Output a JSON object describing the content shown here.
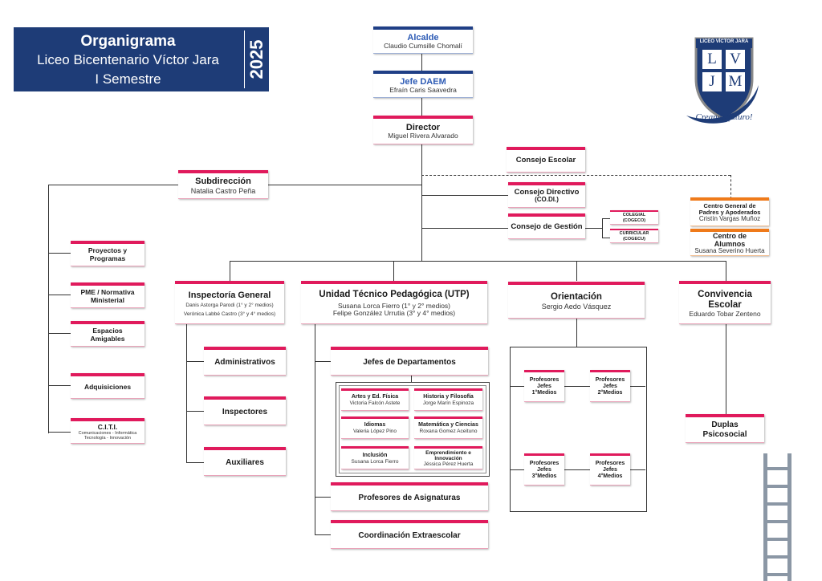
{
  "header": {
    "title": "Organigrama",
    "school": "Liceo Bicentenario Víctor Jara",
    "semester": "I Semestre",
    "year": "2025"
  },
  "logo": {
    "ring_text": "LICEO VÍCTOR JARA",
    "l1": "L",
    "l2": "V",
    "l3": "J",
    "l4": "M",
    "slogan": "Creando futuro!"
  },
  "colors": {
    "navy": "#1e3c77",
    "accent": "#e01a5c",
    "orange": "#ef7a1a"
  },
  "nodes": {
    "alcalde": {
      "title": "Alcalde",
      "name": "Claudio Cumsille Chomalí"
    },
    "jefe_daem": {
      "title": "Jefe DAEM",
      "name": "Efraín Caris Saavedra"
    },
    "director": {
      "title": "Director",
      "name": "Miguel Rivera Alvarado"
    },
    "consejo_escolar": {
      "title": "Consejo Escolar"
    },
    "subdireccion": {
      "title": "Subdirección",
      "name": "Natalia Castro Peña"
    },
    "codi": {
      "title": "Consejo Directivo",
      "sub": "(CO.DI.)"
    },
    "consejo_gestion": {
      "title": "Consejo de Gestión"
    },
    "cogeco": {
      "title": "COLEGIAL (COGECO)"
    },
    "cogecu": {
      "title": "CURRICULAR",
      "sub": "(COGECU)"
    },
    "cgpa": {
      "title": "Centro General de Padres y Apoderados",
      "name": "Cristín Vargas Muñoz"
    },
    "centro_alumnos": {
      "title": "Centro de Alumnos",
      "name": "Susana Severino Huerta"
    },
    "proyectos": {
      "title": "Proyectos y Programas"
    },
    "pme": {
      "title": "PME / Normativa Ministerial"
    },
    "espacios": {
      "title": "Espacios Amigables"
    },
    "adquisiciones": {
      "title": "Adquisiciones"
    },
    "citi": {
      "title": "C.I.T.I.",
      "sub": "Comunicaciones - Informática Tecnología - Innovación"
    },
    "inspectoria": {
      "title": "Inspectoría General",
      "name1": "Danis Astorga Parodi (1° y 2° medios)",
      "name2": "Verónica Labbé Castro (3° y 4° medios)"
    },
    "utp": {
      "title": "Unidad Técnico Pedagógica (UTP)",
      "name1": "Susana Lorca Fierro (1° y 2° medios)",
      "name2": "Felipe González Urrutia (3° y 4° medios)"
    },
    "orientacion": {
      "title": "Orientación",
      "name": "Sergio Aedo Vásquez"
    },
    "convivencia": {
      "title": "Convivencia Escolar",
      "name": "Eduardo Tobar Zenteno"
    },
    "administrativos": {
      "title": "Administrativos"
    },
    "inspectores": {
      "title": "Inspectores"
    },
    "auxiliares": {
      "title": "Auxiliares"
    },
    "jefes_depto": {
      "title": "Jefes de Departamentos"
    },
    "profesores_asig": {
      "title": "Profesores de Asignaturas"
    },
    "coord_extra": {
      "title": "Coordinación Extraescolar"
    },
    "duplas": {
      "title": "Duplas Psicosocial"
    }
  },
  "departments": [
    {
      "title": "Artes y Ed. Física",
      "name": "Victoria Falcón Astete"
    },
    {
      "title": "Historia y Filosofía",
      "name": "Jorge Marín Espinoza"
    },
    {
      "title": "Idiomas",
      "name": "Valeria López Pino"
    },
    {
      "title": "Matemática y Ciencias",
      "name": "Roxana Gomez Aceituno"
    },
    {
      "title": "Inclusión",
      "name": "Susana Lorca Fierro"
    },
    {
      "title": "Emprendimiento e Innovación",
      "name": "Jéssica Pérez Huerta"
    }
  ],
  "profesores_jefes": [
    {
      "label": "Profesores Jefes",
      "level": "1°Medios"
    },
    {
      "label": "Profesores Jefes",
      "level": "2°Medios"
    },
    {
      "label": "Profesores Jefes",
      "level": "3°Medios"
    },
    {
      "label": "Profesores Jefes",
      "level": "4°Medios"
    }
  ]
}
